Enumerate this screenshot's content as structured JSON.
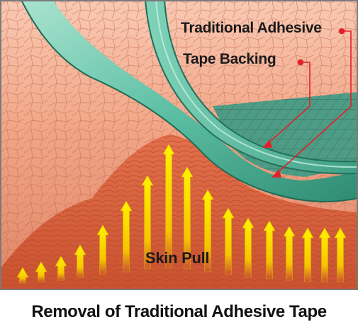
{
  "figure": {
    "callouts": {
      "traditional_adhesive": "Traditional Adhesive",
      "tape_backing": "Tape Backing",
      "skin_pull": "Skin Pull"
    },
    "caption": "Removal of Traditional Adhesive Tape"
  },
  "colors": {
    "skin_light": "#f4b79e",
    "skin_dark": "#d9643f",
    "tape_green": "#58bba0",
    "tape_dark": "#2f7d68",
    "arrow_yellow": "#ffe600",
    "callout_red": "#e3202a",
    "border": "#7a7a7a"
  },
  "icons": {
    "force_arrow": "up-arrow-icon",
    "pointer": "red-leader-line"
  }
}
